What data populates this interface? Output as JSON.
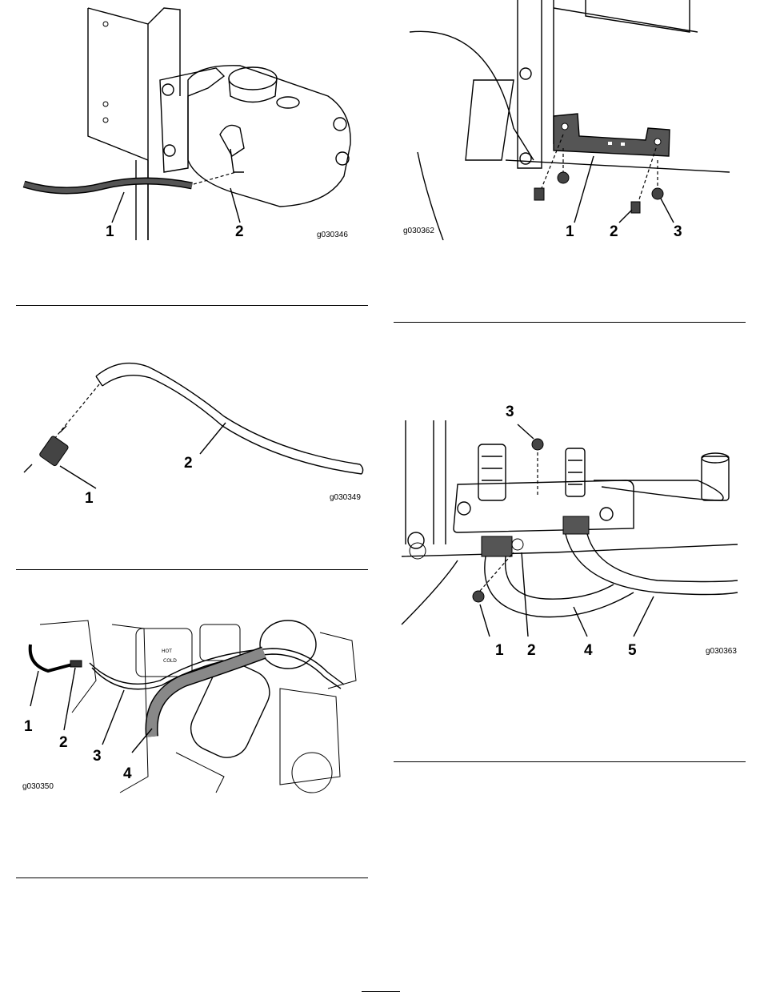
{
  "figures": [
    {
      "id": "g030346",
      "callouts": [
        "1",
        "2"
      ]
    },
    {
      "id": "g030362",
      "callouts": [
        "1",
        "2",
        "3"
      ]
    },
    {
      "id": "g030349",
      "callouts": [
        "1",
        "2"
      ]
    },
    {
      "id": "g030363",
      "callouts": [
        "1",
        "2",
        "3",
        "4",
        "5"
      ]
    },
    {
      "id": "g030350",
      "callouts": [
        "1",
        "2",
        "3",
        "4"
      ]
    }
  ],
  "engine_labels": {
    "hot": "HOT",
    "cold": "COLD"
  }
}
